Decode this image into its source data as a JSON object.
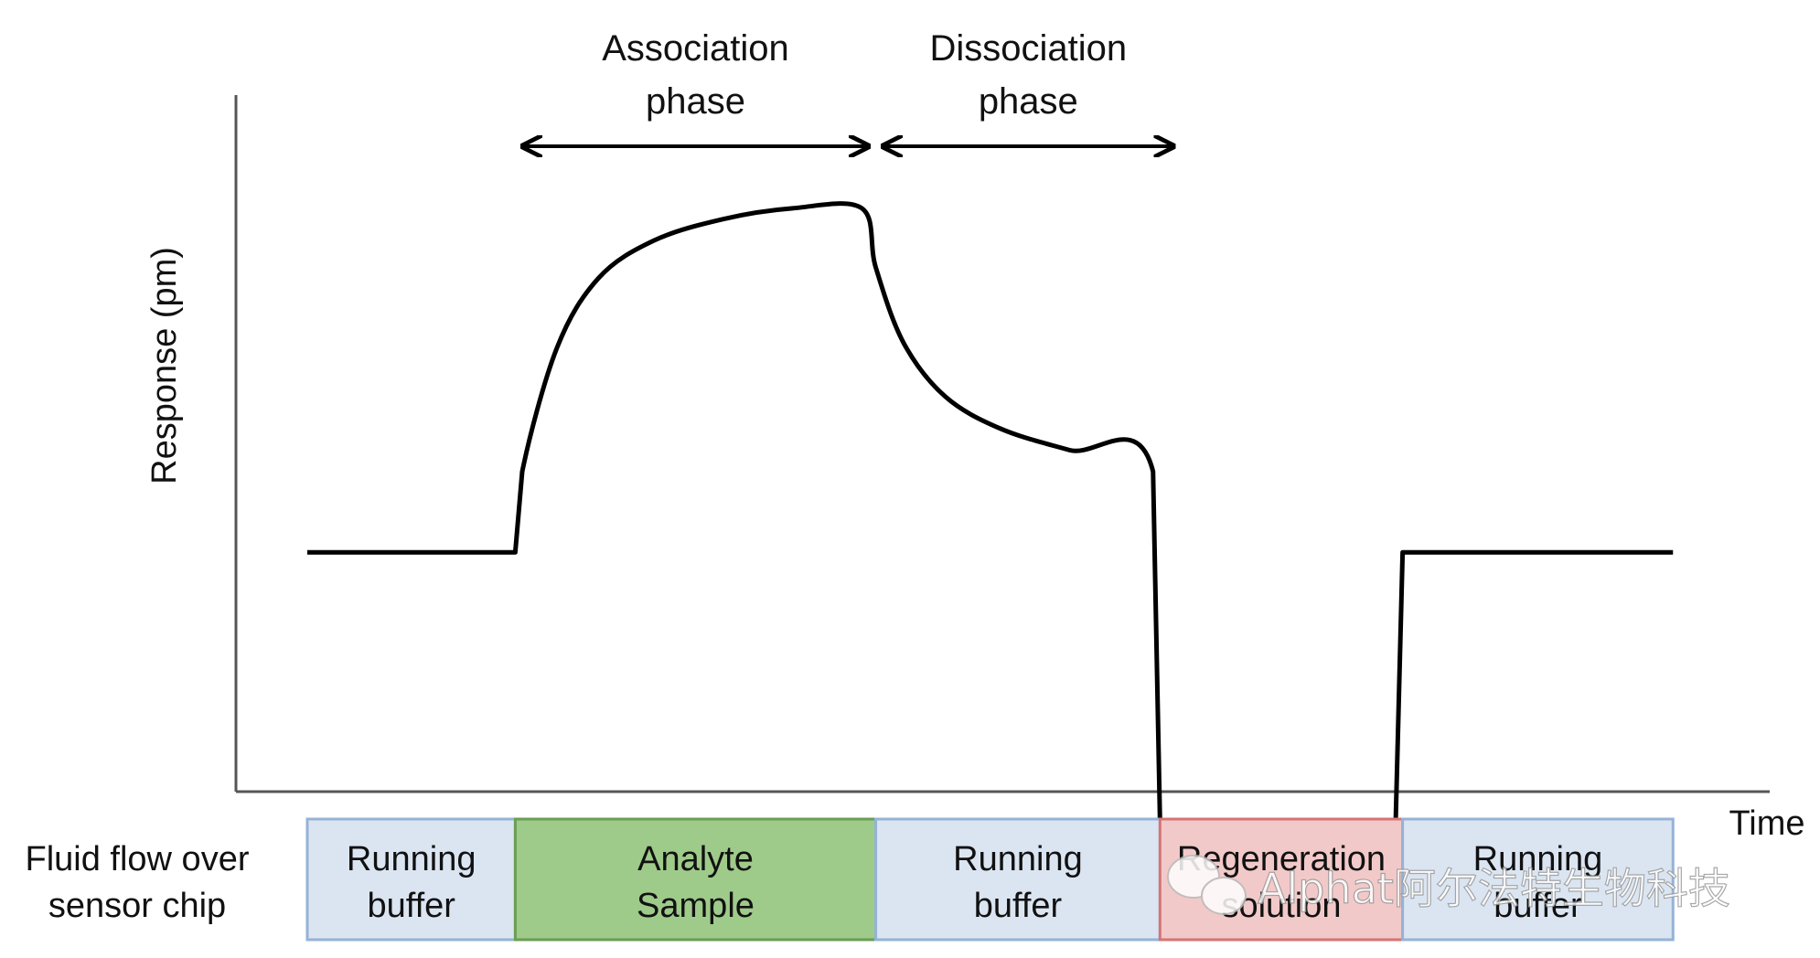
{
  "chart_data": {
    "type": "line",
    "title": "",
    "xlabel": "Time",
    "ylabel": "Response (pm)",
    "grid": false,
    "legend": "none",
    "x": [
      0,
      0.15,
      0.155,
      0.18,
      0.21,
      0.25,
      0.3,
      0.35,
      0.4,
      0.41,
      0.43,
      0.46,
      0.5,
      0.55,
      0.61,
      0.615,
      0.785,
      0.79,
      0.985
    ],
    "series": [
      {
        "values": [
          0.35,
          0.35,
          0.5,
          0.73,
          0.86,
          0.93,
          0.97,
          0.99,
          0.99,
          0.88,
          0.74,
          0.64,
          0.58,
          0.54,
          0.5,
          -0.15,
          -0.15,
          0.35,
          0.35
        ]
      }
    ],
    "phases": [
      {
        "label_line1": "Association",
        "label_line2": "phase",
        "start": 0.15,
        "end": 0.41
      },
      {
        "label_line1": "Dissociation",
        "label_line2": "phase",
        "start": 0.41,
        "end": 0.63
      }
    ],
    "flow_label_line1": "Fluid flow over",
    "flow_label_line2": "sensor chip",
    "flow_segments": [
      {
        "line1": "Running",
        "line2": "buffer",
        "start": 0.0,
        "end": 0.15,
        "fill": "#dbe5f2",
        "stroke": "#95b3d7"
      },
      {
        "line1": "Analyte",
        "line2": "Sample",
        "start": 0.15,
        "end": 0.41,
        "fill": "#9fcb8a",
        "stroke": "#6a9e54"
      },
      {
        "line1": "Running",
        "line2": "buffer",
        "start": 0.41,
        "end": 0.615,
        "fill": "#dbe5f2",
        "stroke": "#95b3d7"
      },
      {
        "line1": "Regeneration",
        "line2": "solution",
        "start": 0.615,
        "end": 0.79,
        "fill": "#f2c9c9",
        "stroke": "#d67474"
      },
      {
        "line1": "Running",
        "line2": "buffer",
        "start": 0.79,
        "end": 0.985,
        "fill": "#dbe5f2",
        "stroke": "#95b3d7"
      }
    ]
  },
  "watermark": "Alphat阿尔法特生物科技",
  "colors": {
    "curve": "#000000",
    "axis": "#555555"
  }
}
